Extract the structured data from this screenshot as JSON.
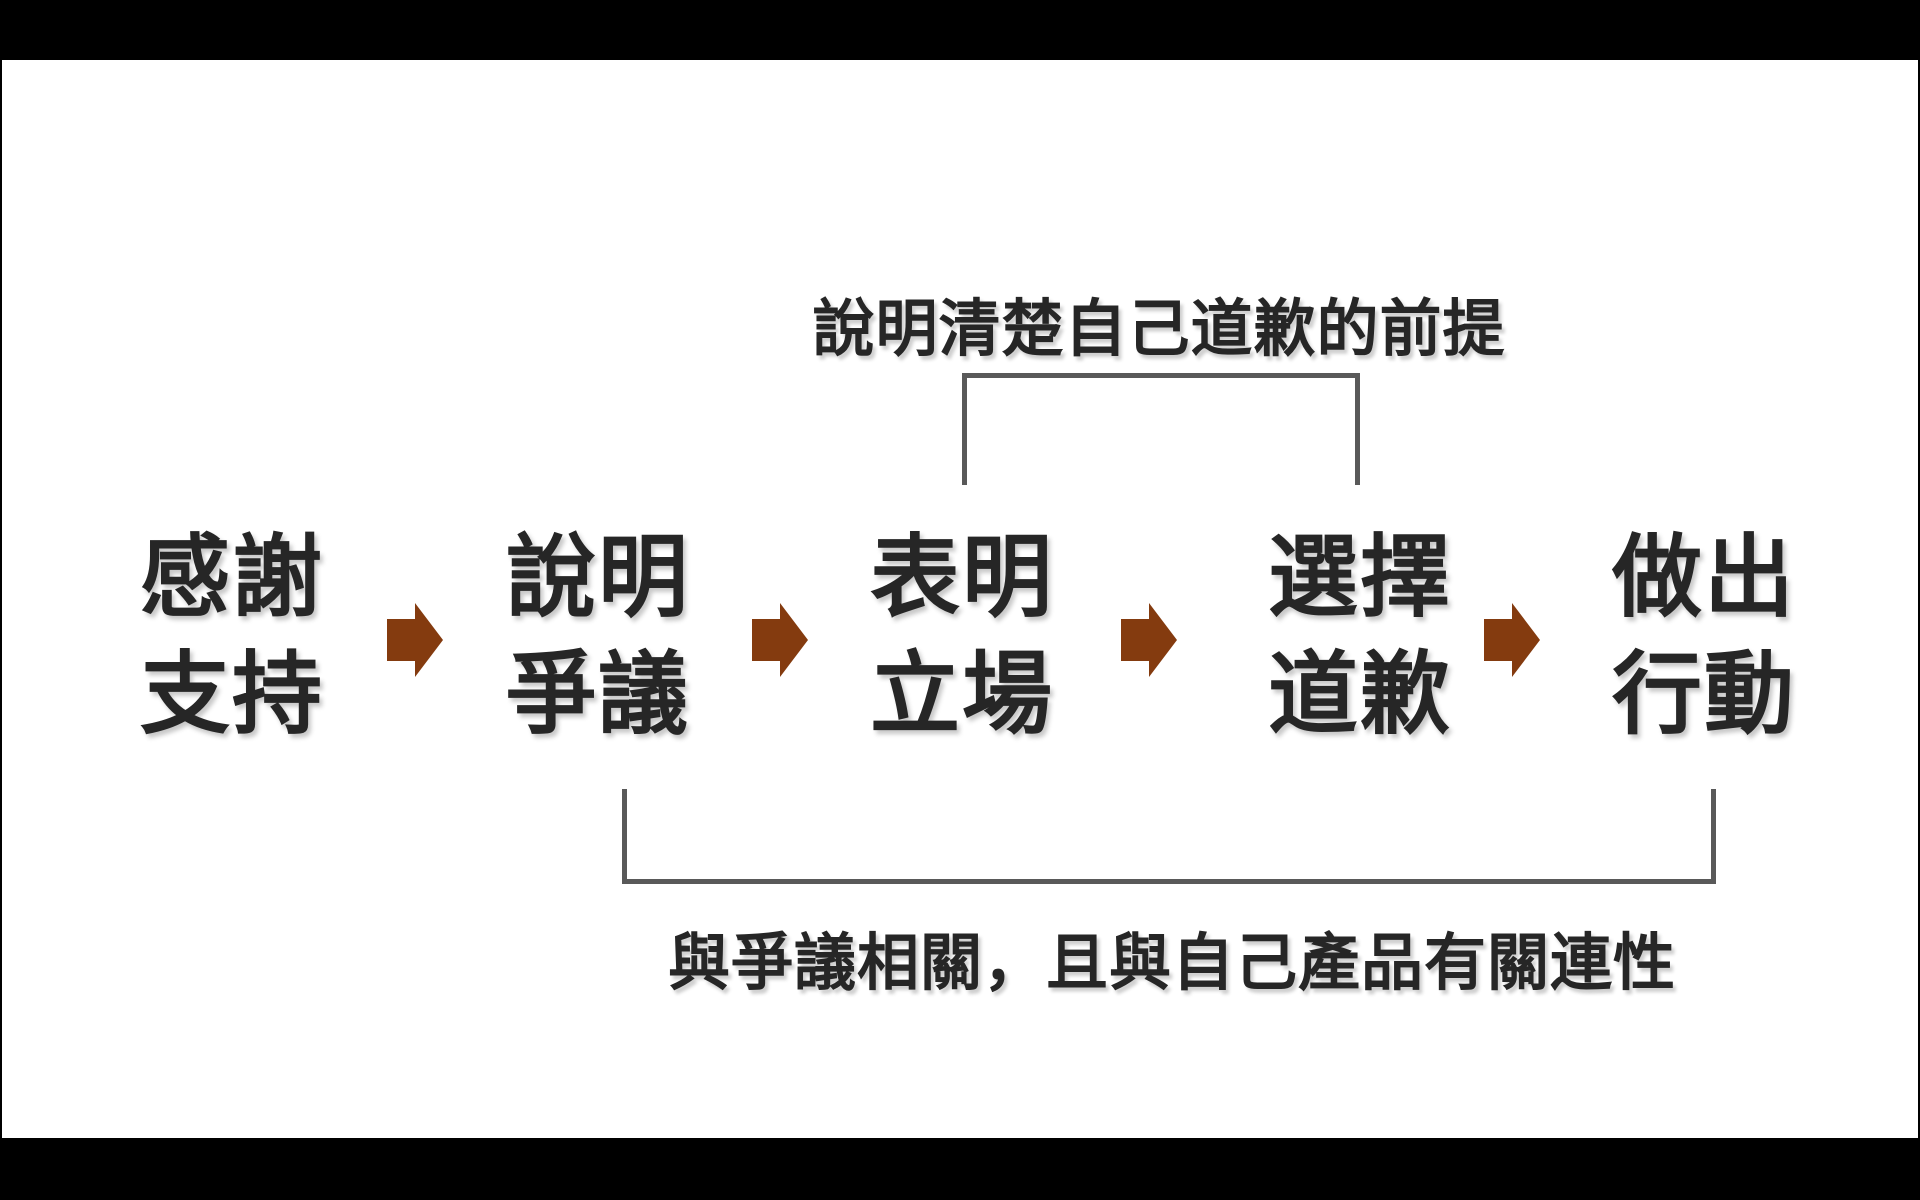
{
  "colors": {
    "background_frame": "#000000",
    "slide_background": "#ffffff",
    "text": "#262626",
    "bracket_line": "#595959",
    "arrow": "#843B0F"
  },
  "slide": {
    "steps": [
      {
        "line1": "感謝",
        "line2": "支持"
      },
      {
        "line1": "說明",
        "line2": "爭議"
      },
      {
        "line1": "表明",
        "line2": "立場"
      },
      {
        "line1": "選擇",
        "line2": "道歉"
      },
      {
        "line1": "做出",
        "line2": "行動"
      }
    ],
    "top_annotation": "說明清楚自己道歉的前提",
    "bottom_annotation": "與爭議相關，且與自己產品有關連性"
  }
}
